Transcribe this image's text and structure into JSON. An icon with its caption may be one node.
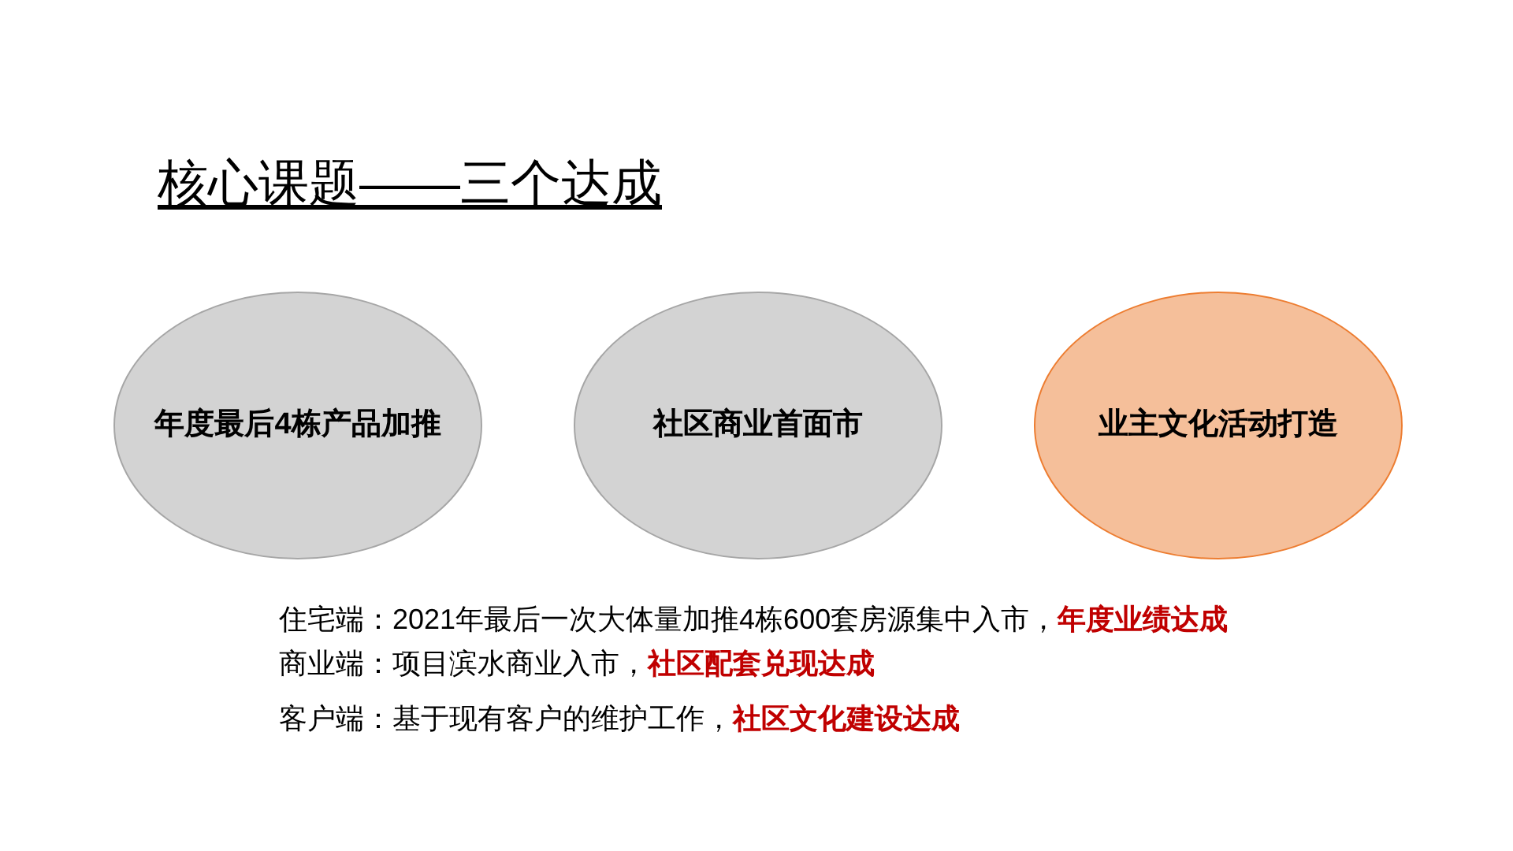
{
  "diagram": {
    "title": "核心课题——三个达成",
    "nodes": [
      {
        "text": [
          "年度最后4栋产品加推"
        ]
      },
      {
        "text": [
          "社区商业首面市"
        ]
      },
      {
        "text": [
          "业主文化活动打造"
        ]
      }
    ],
    "edges": [],
    "labels": [
      "住宅端：2021年最后一次大体量加推4栋600套房源集中入市，**年度业绩达成**",
      "商业端：项目滨水商业入市，**社区配套兑现达成**",
      "客户端：基于现有客户的维护工作，**社区文化建设达成**"
    ]
  }
}
